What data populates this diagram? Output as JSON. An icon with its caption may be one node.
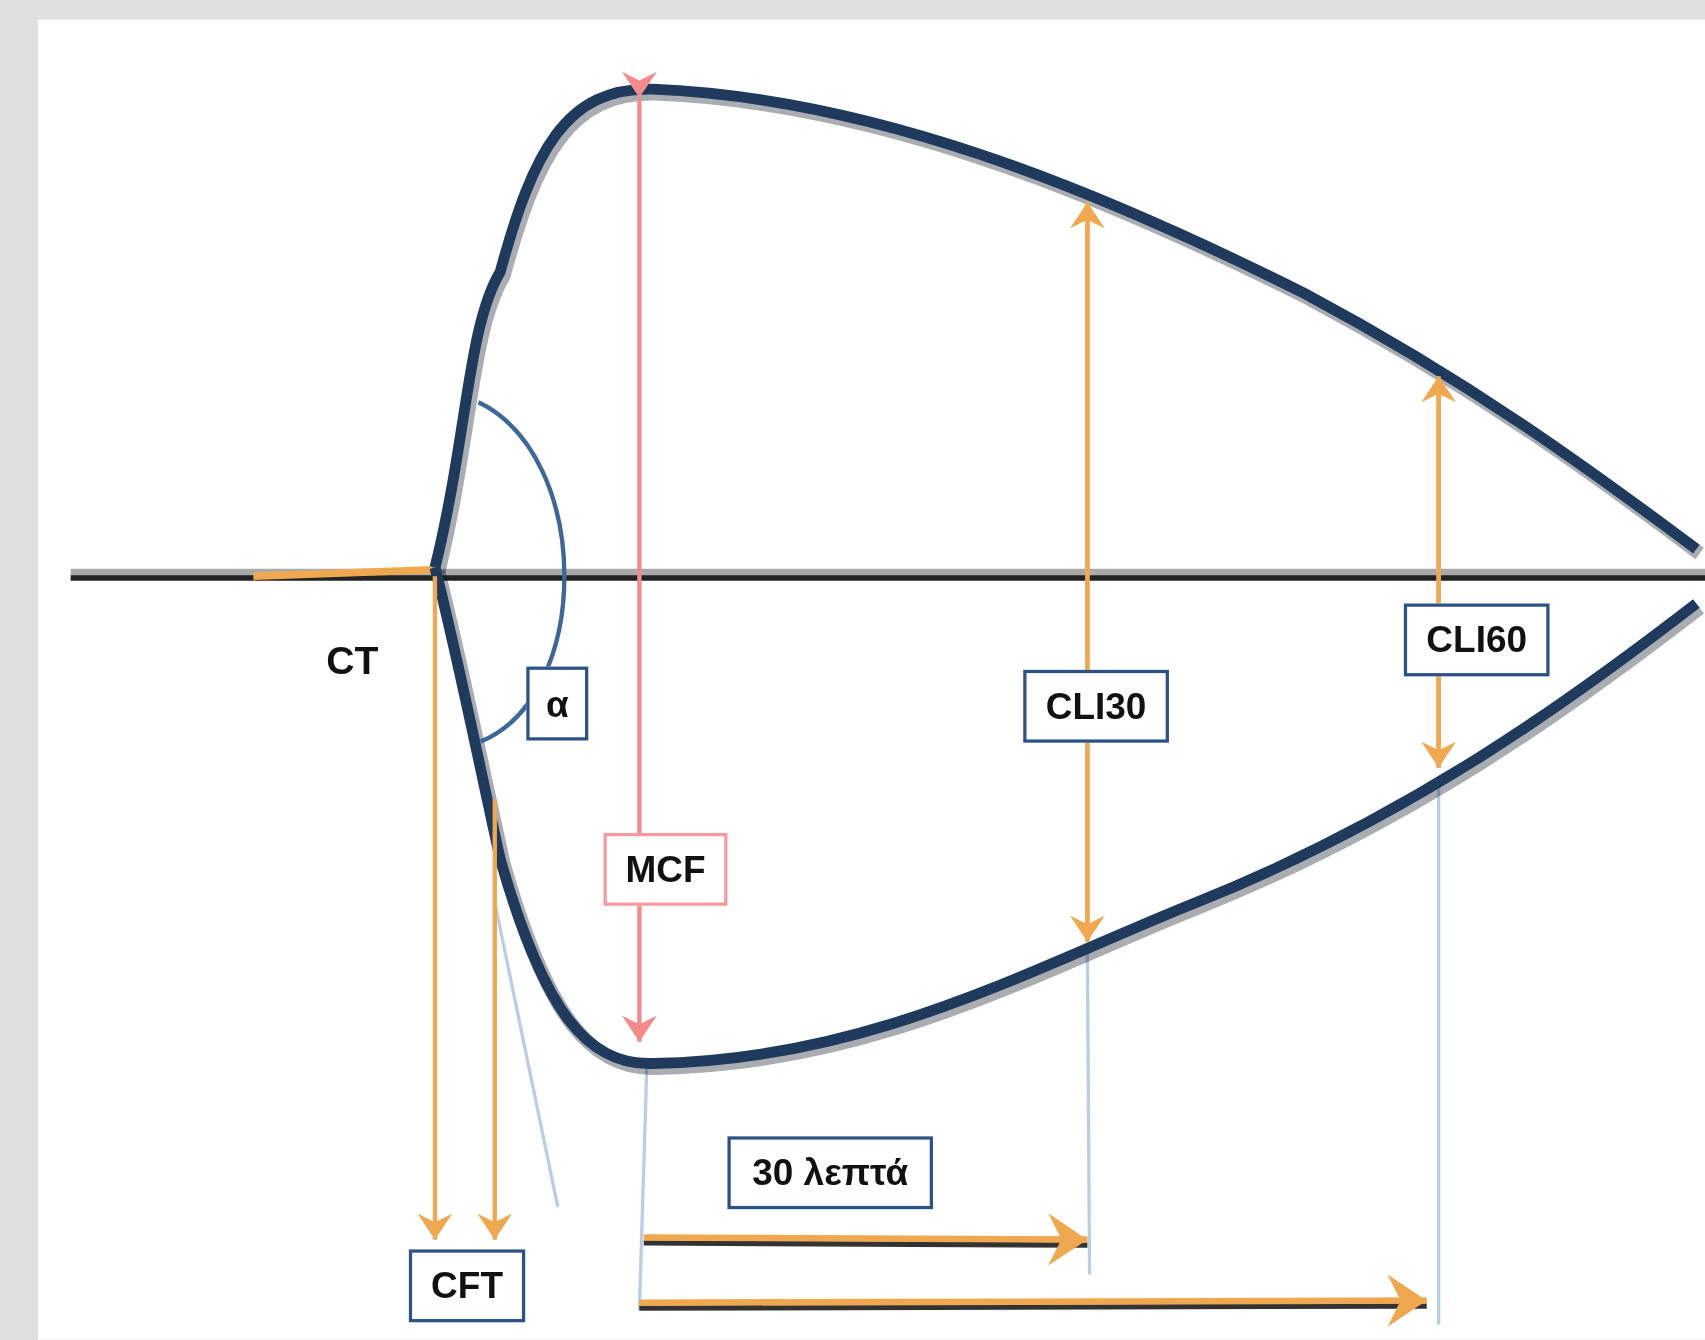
{
  "diagram": {
    "nodes": [
      {
        "text": [
          "α"
        ]
      },
      {
        "text": [
          "MCF"
        ]
      },
      {
        "text": [
          "CLI30"
        ]
      },
      {
        "text": [
          "CLI60"
        ]
      },
      {
        "text": [
          "30 λεπτά"
        ]
      },
      {
        "text": [
          "CFT"
        ]
      }
    ],
    "labels": [
      "CT"
    ]
  }
}
